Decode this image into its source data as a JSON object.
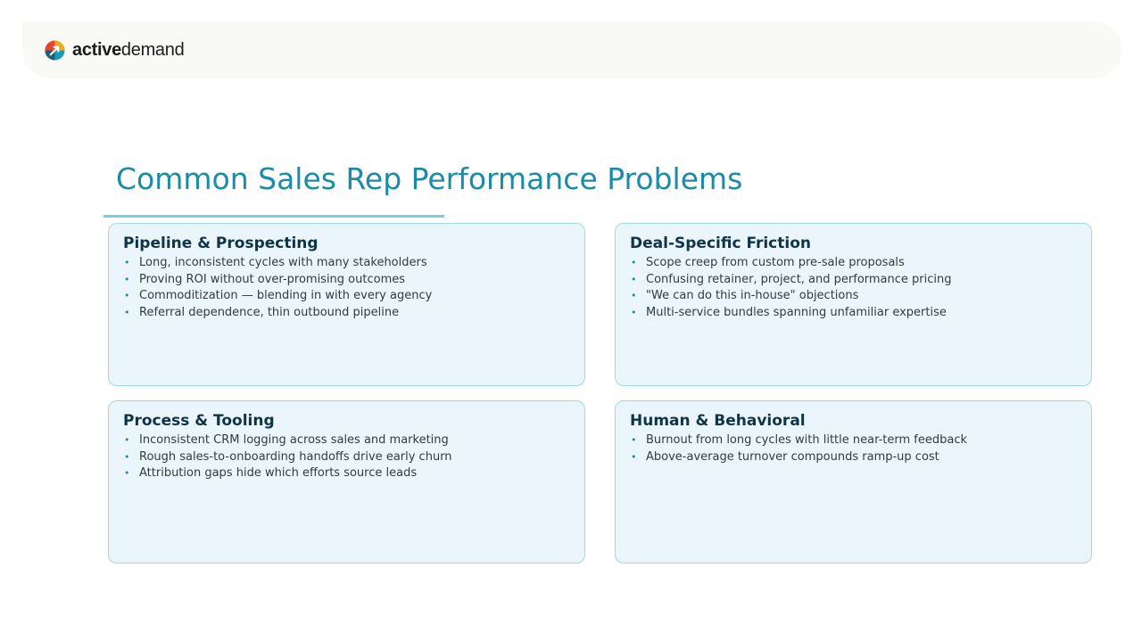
{
  "brand": {
    "name_bold": "active",
    "name_light": "demand",
    "logo_icon": "activedemand-logo-icon",
    "colors": {
      "accent": "#1a8ba8",
      "title_rule": "#7ccde4",
      "card_bg": "#eaf6fb",
      "card_border": "#9fd8ea",
      "heading": "#0f3448"
    }
  },
  "slide": {
    "title": "Common Sales Rep Performance Problems",
    "cards": [
      {
        "title": "Pipeline & Prospecting",
        "items": [
          "Long, inconsistent cycles with many stakeholders",
          "Proving ROI without over-promising outcomes",
          "Commoditization — blending in with every agency",
          "Referral dependence, thin outbound pipeline"
        ]
      },
      {
        "title": "Deal-Specific Friction",
        "items": [
          "Scope creep from custom pre-sale proposals",
          "Confusing retainer, project, and performance pricing",
          "\"We can do this in-house\" objections",
          "Multi-service bundles spanning unfamiliar expertise"
        ]
      },
      {
        "title": "Process & Tooling",
        "items": [
          "Inconsistent CRM logging across sales and marketing",
          "Rough sales-to-onboarding handoffs drive early churn",
          "Attribution gaps hide which efforts source leads"
        ]
      },
      {
        "title": "Human & Behavioral",
        "items": [
          "Burnout from long cycles with little near-term feedback",
          "Above-average turnover compounds ramp-up cost"
        ]
      }
    ]
  }
}
